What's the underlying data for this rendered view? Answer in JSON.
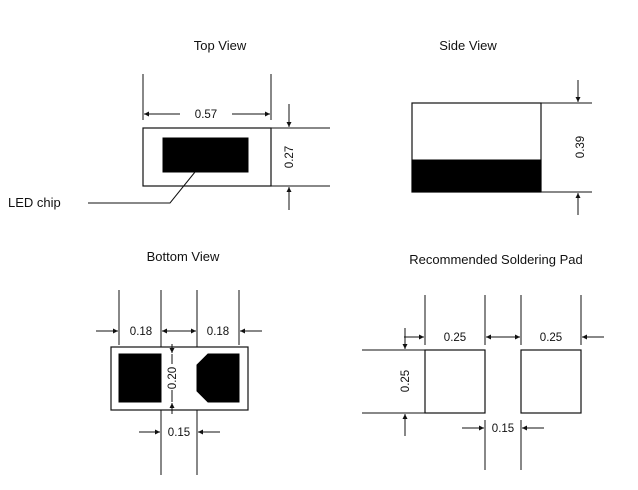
{
  "views": {
    "top": {
      "title": "Top View",
      "width_dim": "0.57",
      "height_dim": "0.27",
      "chip_label": "LED chip"
    },
    "side": {
      "title": "Side View",
      "height_dim": "0.39"
    },
    "bottom": {
      "title": "Bottom View",
      "left_dim": "0.18",
      "right_dim": "0.18",
      "gap_height_dim": "0.20",
      "gap_width_dim": "0.15"
    },
    "pad": {
      "title": "Recommended Soldering Pad",
      "left_pad_width_dim": "0.25",
      "right_pad_width_dim": "0.25",
      "pad_height_dim": "0.25",
      "pad_gap_dim": "0.15"
    }
  },
  "colors": {
    "line": "#111111",
    "fill": "#000000",
    "background": "#ffffff"
  }
}
